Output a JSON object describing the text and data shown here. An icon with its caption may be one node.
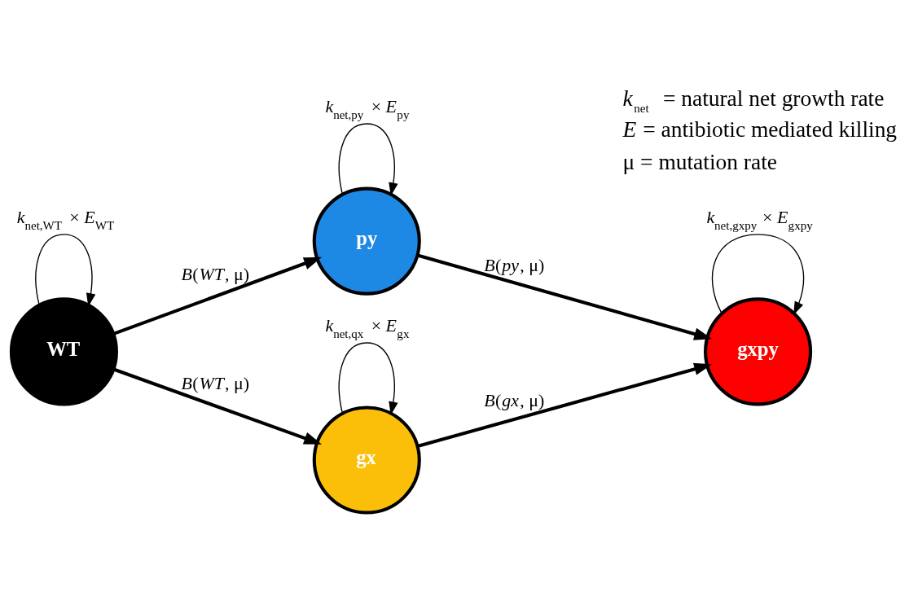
{
  "diagram": {
    "nodes": [
      {
        "text": [
          "WT"
        ]
      },
      {
        "text": [
          "py"
        ]
      },
      {
        "text": [
          "gx"
        ]
      },
      {
        "text": [
          "gxpy"
        ]
      }
    ],
    "edges": [
      {
        "from": 0,
        "to": 0,
        "arrow": "to",
        "label": "*k*$_{net,WT}$ × *E*$_{WT}$"
      },
      {
        "from": 0,
        "to": 1,
        "arrow": "to",
        "style": "thick",
        "label": "*B*(*WT*, μ)"
      },
      {
        "from": 0,
        "to": 2,
        "arrow": "to",
        "style": "thick",
        "label": "*B*(*WT*, μ)"
      },
      {
        "from": 1,
        "to": 1,
        "arrow": "to",
        "label": "*k*$_{net,py}$ × *E*$_{py}$"
      },
      {
        "from": 2,
        "to": 2,
        "arrow": "to",
        "label": "*k*$_{net,qx}$ × *E*$_{gx}$"
      },
      {
        "from": 1,
        "to": 3,
        "arrow": "to",
        "style": "thick",
        "label": "*B*(*py*, μ)"
      },
      {
        "from": 2,
        "to": 3,
        "arrow": "to",
        "style": "thick",
        "label": "*B*(*gx*, μ)"
      },
      {
        "from": 3,
        "to": 3,
        "arrow": "to",
        "label": "*k*$_{net,gxpy}$ × *E*$_{gxpy}$"
      }
    ],
    "labels": [
      "*k*$_{net}$ = natural net growth rate",
      "*E* = antibiotic mediated killing",
      "μ = mutation rate"
    ]
  }
}
